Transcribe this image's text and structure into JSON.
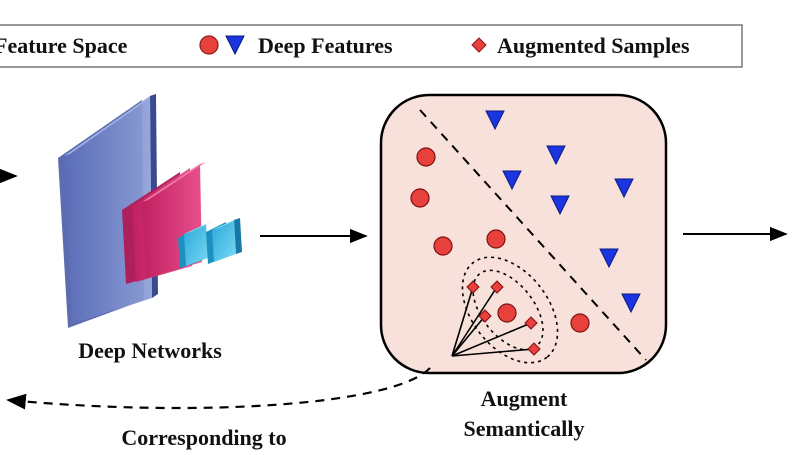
{
  "legend": {
    "feature_space": "Feature Space",
    "deep_features": "Deep Features",
    "augmented_samples": "Augmented Samples"
  },
  "labels": {
    "deep_networks": "Deep Networks",
    "augment_line1": "Augment",
    "augment_line2": "Semantically",
    "corresponding": "Corresponding to"
  },
  "colors": {
    "circle_fill": "#e8403d",
    "triangle_fill": "#1a35e0",
    "diamond_fill": "#e8403d",
    "feature_box_fill": "#f8e1da",
    "net_blue": "#6f85c8",
    "net_pink": "#dd3a7a",
    "net_cyan": "#3fc0e6"
  },
  "icons": [
    "red-circle-icon",
    "blue-triangle-icon",
    "red-diamond-icon"
  ]
}
